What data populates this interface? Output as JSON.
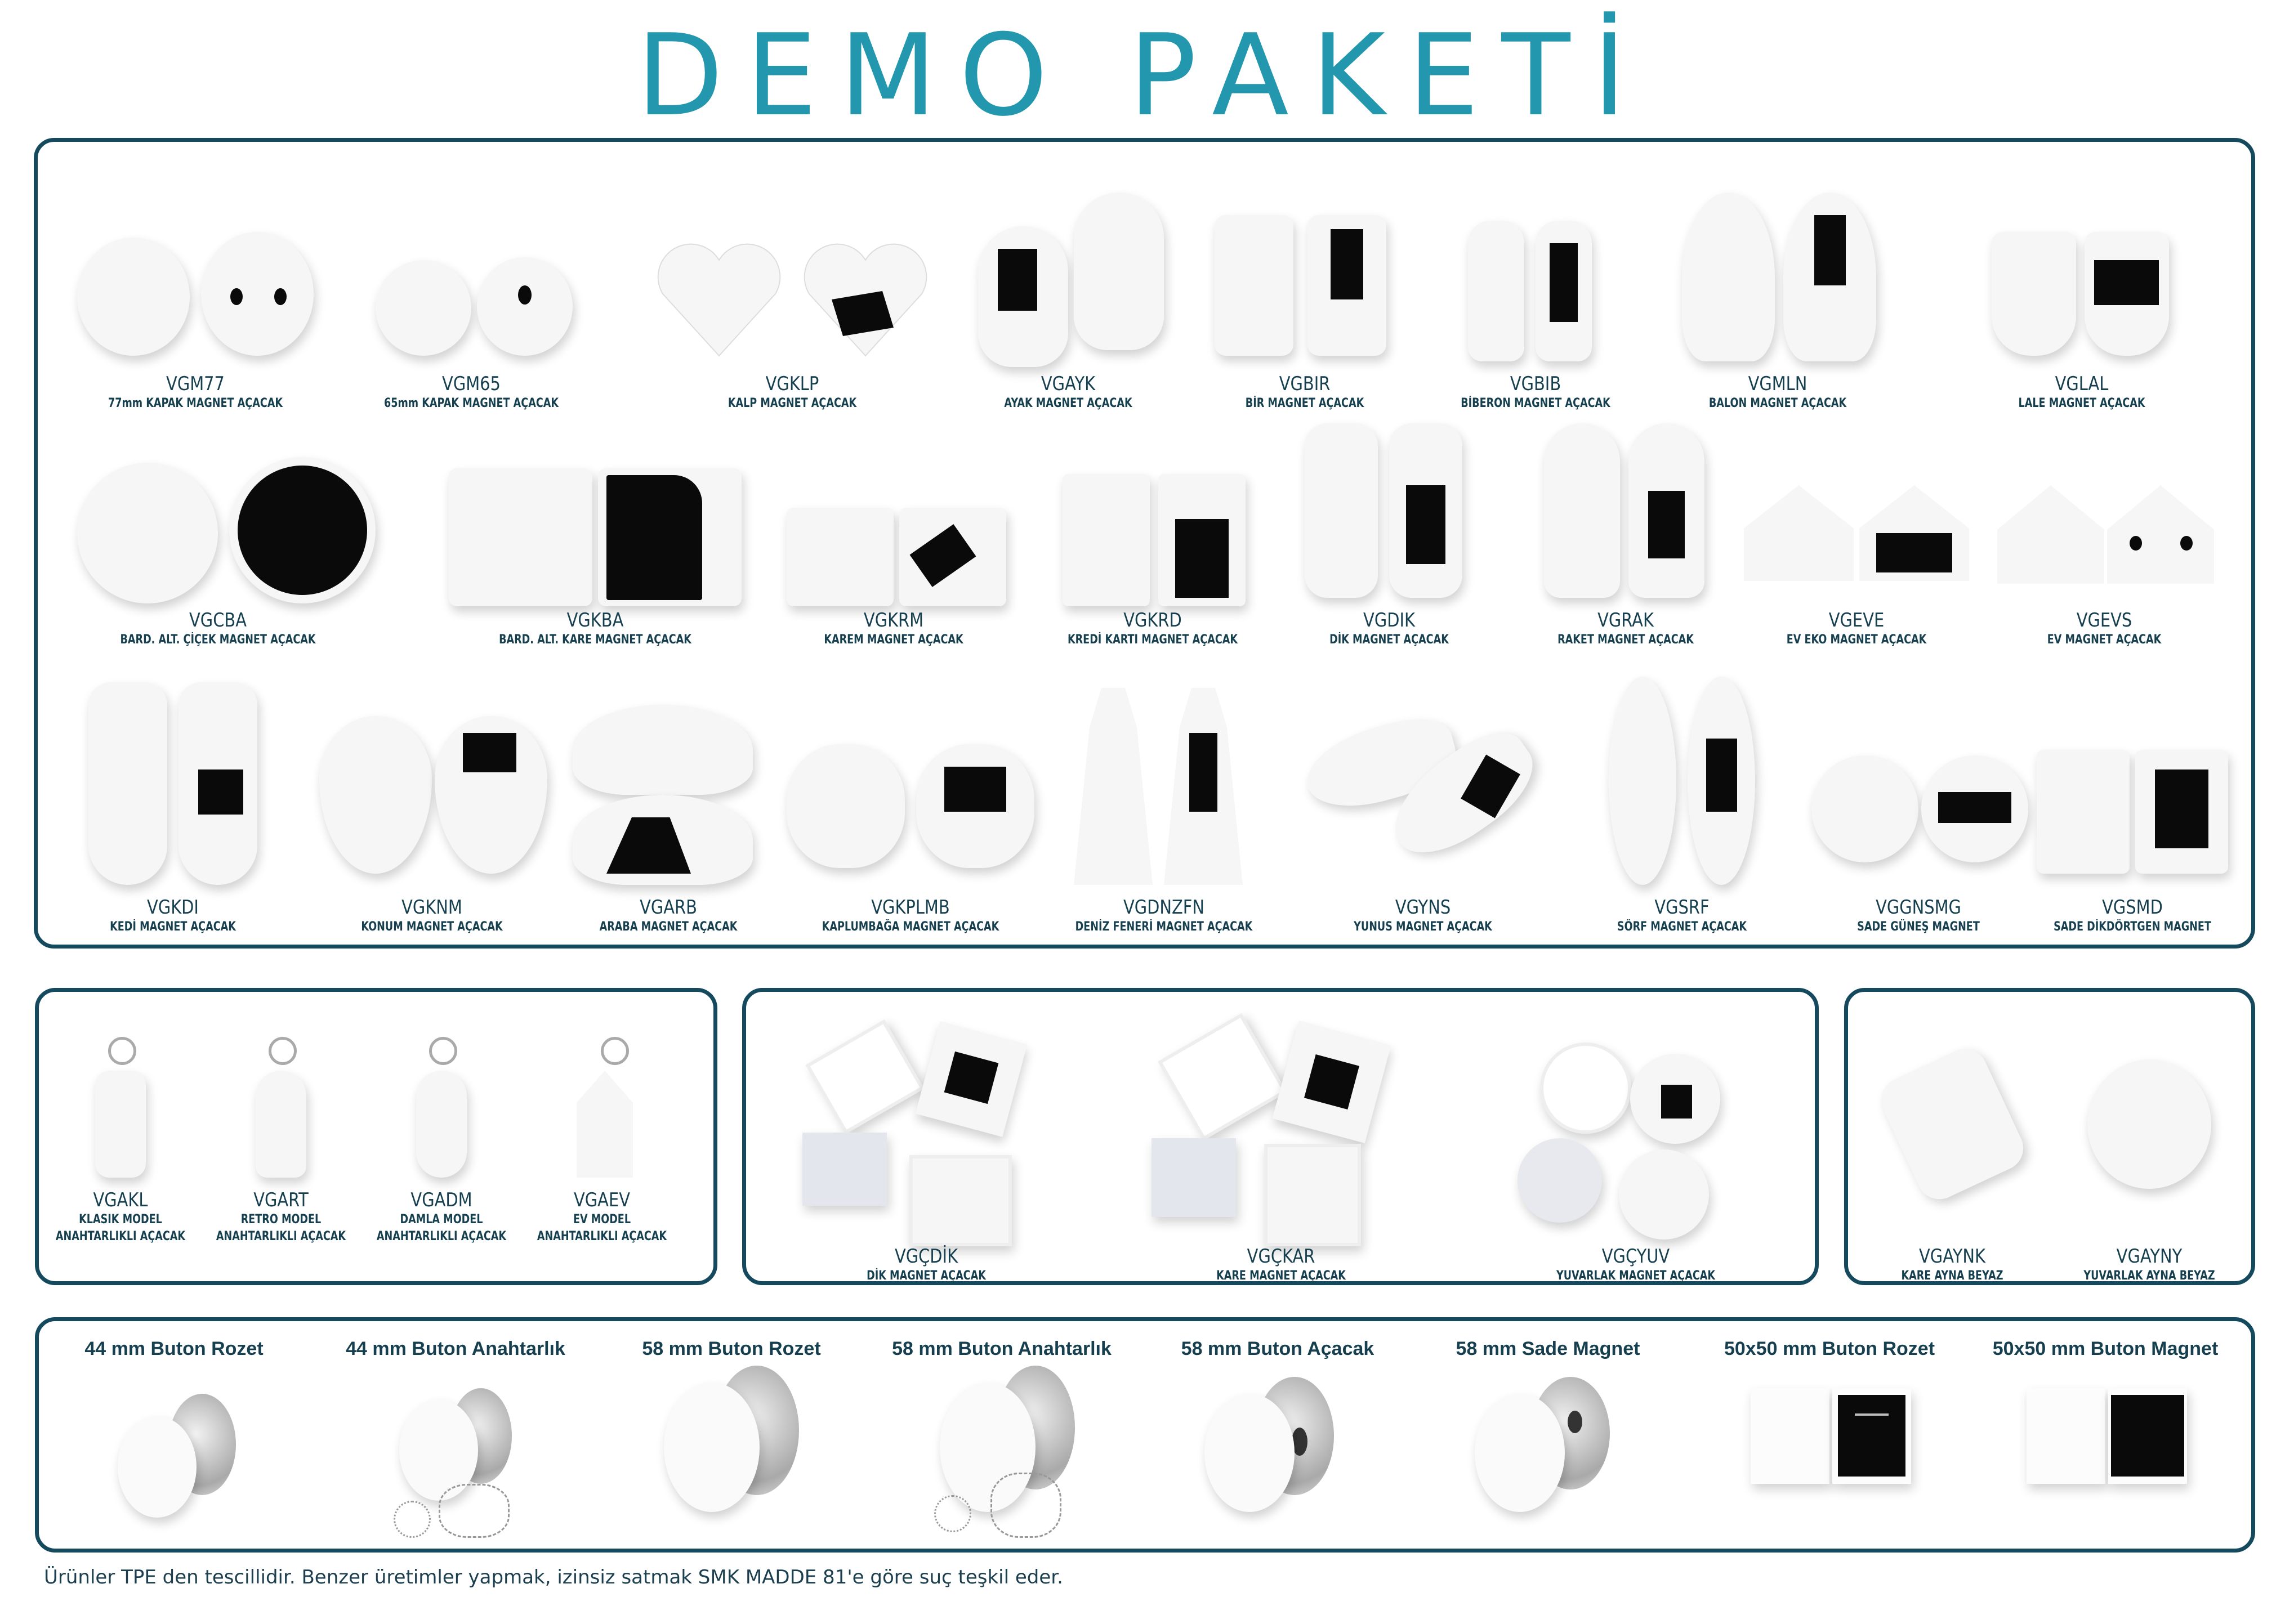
{
  "header": {
    "title": "DEMO PAKETİ"
  },
  "colors": {
    "title": "#2397ae",
    "border": "#15495d",
    "text": "#163f4f",
    "magnet": "#0a0a0a"
  },
  "main_panel": {
    "rows": [
      [
        {
          "code": "VGM77",
          "desc": "77mm KAPAK MAGNET AÇACAK"
        },
        {
          "code": "VGM65",
          "desc": "65mm KAPAK  MAGNET AÇACAK"
        },
        {
          "code": "VGKLP",
          "desc": "KALP MAGNET AÇACAK"
        },
        {
          "code": "VGAYK",
          "desc": "AYAK MAGNET AÇACAK"
        },
        {
          "code": "VGBIR",
          "desc": "BİR MAGNET AÇACAK"
        },
        {
          "code": "VGBIB",
          "desc": "BİBERON MAGNET AÇACAK"
        },
        {
          "code": "VGMLN",
          "desc": "BALON MAGNET AÇACAK"
        },
        {
          "code": "VGLAL",
          "desc": "LALE MAGNET AÇACAK"
        }
      ],
      [
        {
          "code": "VGCBA",
          "desc": "BARD. ALT. ÇİÇEK MAGNET AÇACAK"
        },
        {
          "code": "VGKBA",
          "desc": "BARD. ALT. KARE MAGNET AÇACAK"
        },
        {
          "code": "VGKRM",
          "desc": "KAREM MAGNET AÇACAK"
        },
        {
          "code": "VGKRD",
          "desc": "KREDİ KARTI MAGNET AÇACAK"
        },
        {
          "code": "VGDIK",
          "desc": "DİK MAGNET AÇACAK"
        },
        {
          "code": "VGRAK",
          "desc": "RAKET MAGNET AÇACAK"
        },
        {
          "code": "VGEVE",
          "desc": "EV EKO MAGNET AÇACAK"
        },
        {
          "code": "VGEVS",
          "desc": "EV MAGNET AÇACAK"
        }
      ],
      [
        {
          "code": "VGKDI",
          "desc": "KEDİ MAGNET AÇACAK"
        },
        {
          "code": "VGKNM",
          "desc": "KONUM MAGNET AÇACAK"
        },
        {
          "code": "VGARB",
          "desc": "ARABA MAGNET AÇACAK"
        },
        {
          "code": "VGKPLMB",
          "desc": "KAPLUMBAĞA MAGNET AÇACAK"
        },
        {
          "code": "VGDNZFN",
          "desc": "DENİZ FENERİ MAGNET AÇACAK"
        },
        {
          "code": "VGYNS",
          "desc": "YUNUS MAGNET AÇACAK"
        },
        {
          "code": "VGSRF",
          "desc": "SÖRF MAGNET AÇACAK"
        },
        {
          "code": "VGGNSMG",
          "desc": "SADE GÜNEŞ MAGNET"
        },
        {
          "code": "VGSMD",
          "desc": "SADE DİKDÖRTGEN MAGNET"
        }
      ]
    ]
  },
  "keychain_panel": {
    "items": [
      {
        "code": "VGAKL",
        "desc1": "KLASIK MODEL",
        "desc2": "ANAHTARLIKLI AÇACAK"
      },
      {
        "code": "VGART",
        "desc1": "RETRO MODEL",
        "desc2": "ANAHTARLIKLI AÇACAK"
      },
      {
        "code": "VGADM",
        "desc1": "DAMLA MODEL",
        "desc2": "ANAHTARLIKLI AÇACAK"
      },
      {
        "code": "VGAEV",
        "desc1": "EV MODEL",
        "desc2": "ANAHTARLIKLI AÇACAK"
      }
    ]
  },
  "frame_panel": {
    "items": [
      {
        "code": "VGÇDİK",
        "desc": "DİK MAGNET AÇACAK"
      },
      {
        "code": "VGÇKAR",
        "desc": "KARE MAGNET AÇACAK"
      },
      {
        "code": "VGÇYUV",
        "desc": "YUVARLAK MAGNET AÇACAK"
      }
    ]
  },
  "mirror_panel": {
    "items": [
      {
        "code": "VGAYNK",
        "desc": "KARE AYNA BEYAZ"
      },
      {
        "code": "VGAYNY",
        "desc": "YUVARLAK AYNA BEYAZ"
      }
    ]
  },
  "button_panel": {
    "items": [
      {
        "label": "44 mm Buton Rozet"
      },
      {
        "label": "44 mm Buton Anahtarlık"
      },
      {
        "label": "58 mm Buton Rozet"
      },
      {
        "label": "58 mm Buton Anahtarlık"
      },
      {
        "label": "58 mm Buton Açacak"
      },
      {
        "label": "58 mm Sade Magnet"
      },
      {
        "label": "50x50 mm Buton Rozet"
      },
      {
        "label": "50x50 mm Buton Magnet"
      }
    ]
  },
  "footer": {
    "text": "Ürünler TPE den tescillidir. Benzer üretimler yapmak, izinsiz satmak SMK MADDE 81'e göre suç teşkil eder."
  }
}
